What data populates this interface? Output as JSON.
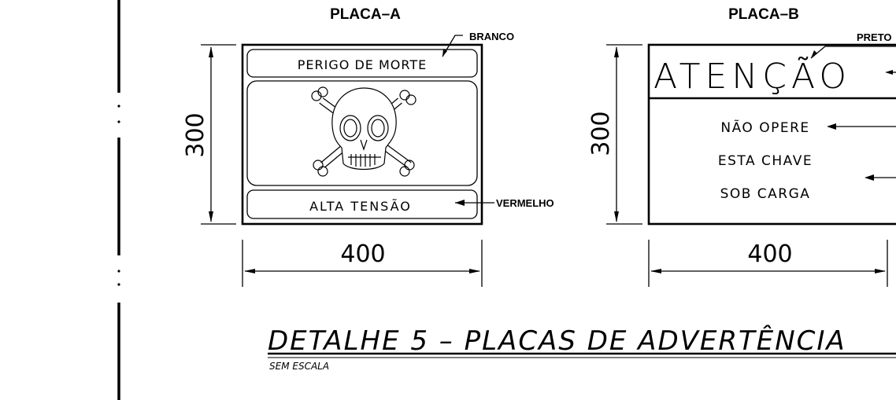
{
  "sheet": {
    "detail_title": "DETALHE 5 – PLACAS DE ADVERTÊNCIA",
    "scale_note": "SEM ESCALA"
  },
  "plate_a": {
    "title": "PLACA–A",
    "top_text": "PERIGO DE MORTE",
    "bottom_text": "ALTA TENSÃO",
    "callout_top": "BRANCO",
    "callout_bottom": "VERMELHO",
    "dim_height": "300",
    "dim_width": "400"
  },
  "plate_b": {
    "title": "PLACA–B",
    "header_text": "ATENÇÃO",
    "line1": "NÃO OPERE",
    "line2": "ESTA CHAVE",
    "line3": "SOB CARGA",
    "callout_top": "PRETO",
    "dim_height": "300",
    "dim_width": "400"
  },
  "icons": {
    "skull": "skull-and-crossbones-icon"
  }
}
